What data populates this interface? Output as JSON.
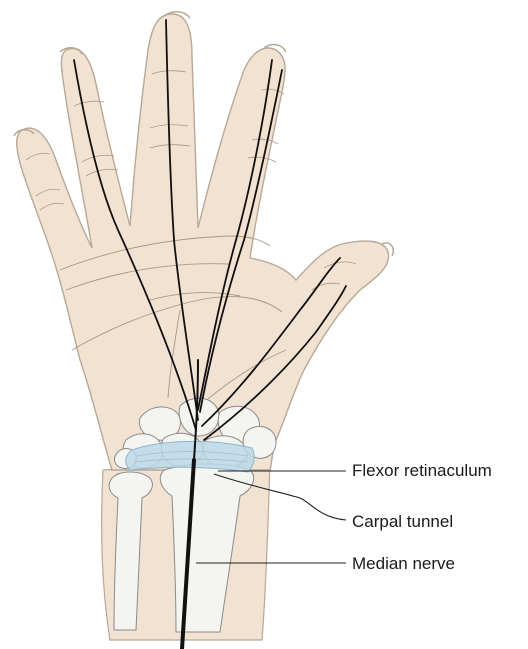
{
  "labels": {
    "flexor_retinaculum": "Flexor retinaculum",
    "carpal_tunnel": "Carpal tunnel",
    "median_nerve": "Median nerve"
  },
  "colors": {
    "skin": "#f2e2d2",
    "skin_outline": "#b8a898",
    "skin_crease": "#a89888",
    "bone": "#f4f4f0",
    "bone_outline": "#8a8a8a",
    "retinaculum": "#bcd8e8",
    "nerve": "#111111",
    "leader": "#222222"
  }
}
